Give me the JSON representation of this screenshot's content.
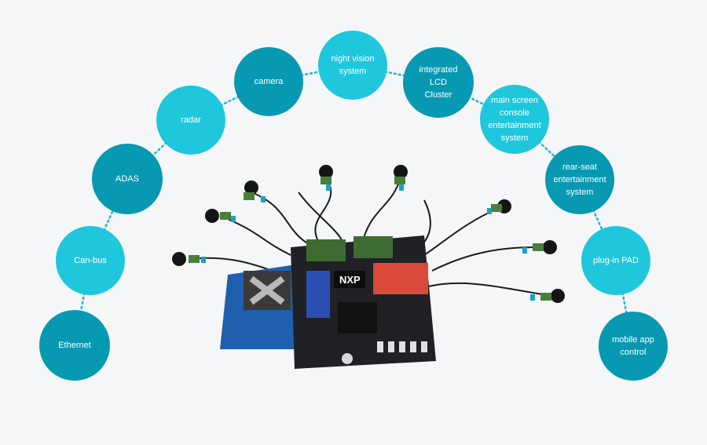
{
  "colors": {
    "dark": "#0799b2",
    "light": "#1fc7dc",
    "background": "#f5f6f7",
    "connector": "#21b7d0"
  },
  "center_image": {
    "logo_text": "NXP",
    "icon": "dev-board-with-cameras"
  },
  "nodes": [
    {
      "label": "Ethernet",
      "tone": "dark"
    },
    {
      "label": "Can-bus",
      "tone": "light"
    },
    {
      "label": "ADAS",
      "tone": "dark"
    },
    {
      "label": "radar",
      "tone": "light"
    },
    {
      "label": "camera",
      "tone": "dark"
    },
    {
      "label": "night vision\nsystem",
      "tone": "light"
    },
    {
      "label": "integrated\nLCD\nCluster",
      "tone": "dark"
    },
    {
      "label": "main screen\nconsole\nentertainment\nsystem",
      "tone": "light"
    },
    {
      "label": "rear-seat\nentertainment\nsystem",
      "tone": "dark"
    },
    {
      "label": "plug-in PAD",
      "tone": "light"
    },
    {
      "label": "mobile app\ncontrol",
      "tone": "dark"
    }
  ]
}
